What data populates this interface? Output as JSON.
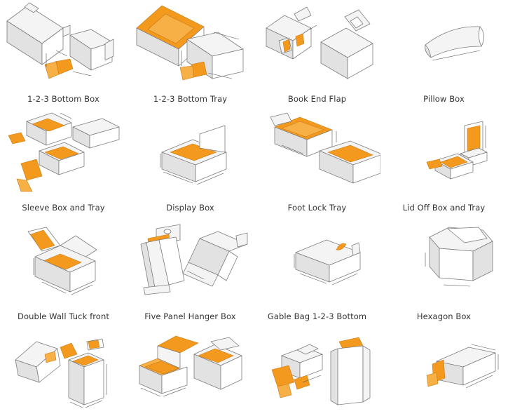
{
  "boxes": [
    {
      "label": "1-2-3 Bottom Box"
    },
    {
      "label": "1-2-3 Bottom Tray"
    },
    {
      "label": "Book End Flap"
    },
    {
      "label": "Pillow Box"
    },
    {
      "label": "Sleeve Box and Tray"
    },
    {
      "label": "Display Box"
    },
    {
      "label": "Foot Lock Tray"
    },
    {
      "label": "Lid Off Box and Tray"
    },
    {
      "label": "Double Wall Tuck front"
    },
    {
      "label": "Five Panel Hanger Box"
    },
    {
      "label": "Gable Bag 1-2-3 Bottom"
    },
    {
      "label": "Hexagon Box"
    },
    {
      "label": ""
    },
    {
      "label": ""
    },
    {
      "label": ""
    },
    {
      "label": ""
    }
  ],
  "colors": {
    "accent": "#f39a1e",
    "panel": "#f4f4f4",
    "outline": "#7d7d7d",
    "text": "#333333"
  }
}
